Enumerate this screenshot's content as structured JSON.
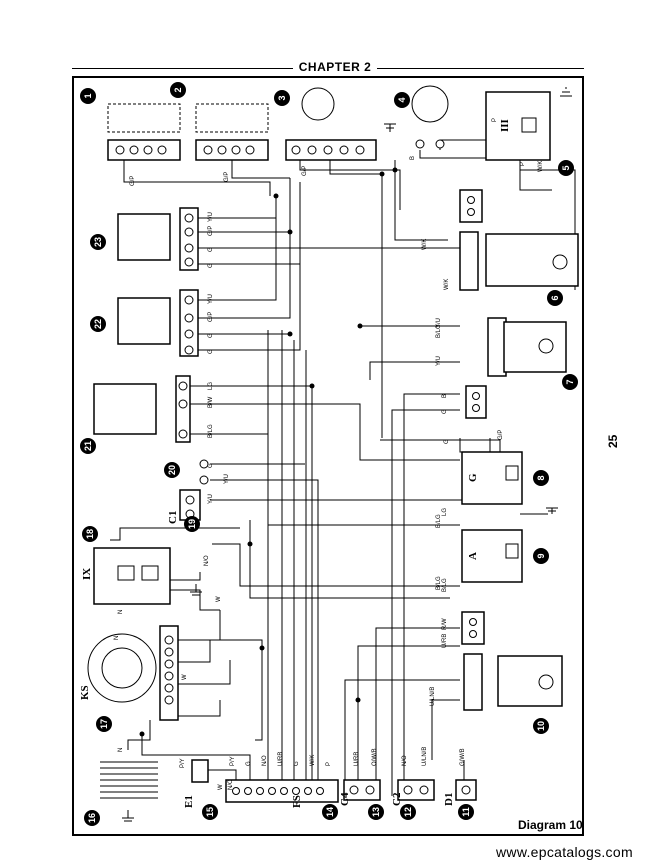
{
  "header": {
    "chapter": "CHAPTER 2"
  },
  "footer": {
    "diagram": "Diagram 10",
    "page_number": "25",
    "site": "www.epcatalogs.com"
  },
  "components": [
    {
      "num": "1",
      "code": ""
    },
    {
      "num": "2",
      "code": ""
    },
    {
      "num": "3",
      "code": ""
    },
    {
      "num": "4",
      "code": ""
    },
    {
      "num": "5",
      "code": "III"
    },
    {
      "num": "6",
      "code": ""
    },
    {
      "num": "7",
      "code": ""
    },
    {
      "num": "8",
      "code": "G"
    },
    {
      "num": "9",
      "code": "A"
    },
    {
      "num": "10",
      "code": ""
    },
    {
      "num": "11",
      "code": "D1"
    },
    {
      "num": "12",
      "code": "C2"
    },
    {
      "num": "13",
      "code": "C4"
    },
    {
      "num": "14",
      "code": "FS"
    },
    {
      "num": "15",
      "code": "E1"
    },
    {
      "num": "16",
      "code": ""
    },
    {
      "num": "17",
      "code": "KS"
    },
    {
      "num": "18",
      "code": "IX"
    },
    {
      "num": "19",
      "code": "C1"
    },
    {
      "num": "20",
      "code": ""
    },
    {
      "num": "21",
      "code": ""
    },
    {
      "num": "22",
      "code": ""
    },
    {
      "num": "23",
      "code": ""
    }
  ],
  "wire_colors": [
    "G/P",
    "G/P",
    "G/P",
    "P",
    "P",
    "B",
    "W/K",
    "Y/U",
    "G/P",
    "G",
    "G",
    "Y/U",
    "G/P",
    "G",
    "G",
    "LG",
    "B/W",
    "B/LG",
    "G",
    "Y/U",
    "Y/U",
    "B/LG",
    "W/K",
    "W/K",
    "Y/U",
    "Y/U",
    "B",
    "G",
    "G",
    "G/P",
    "LG",
    "B/LG",
    "B/LG",
    "B/LG",
    "N/O",
    "N",
    "W",
    "W",
    "N",
    "R/W",
    "U/RB",
    "U/LN/B",
    "P/Y",
    "P/Y",
    "G",
    "N/O",
    "U/RB",
    "G",
    "W/K",
    "P",
    "U/RB",
    "O/W/B",
    "N/O",
    "U/LN/B",
    "G/W/B",
    "W",
    "N/O",
    "N"
  ]
}
